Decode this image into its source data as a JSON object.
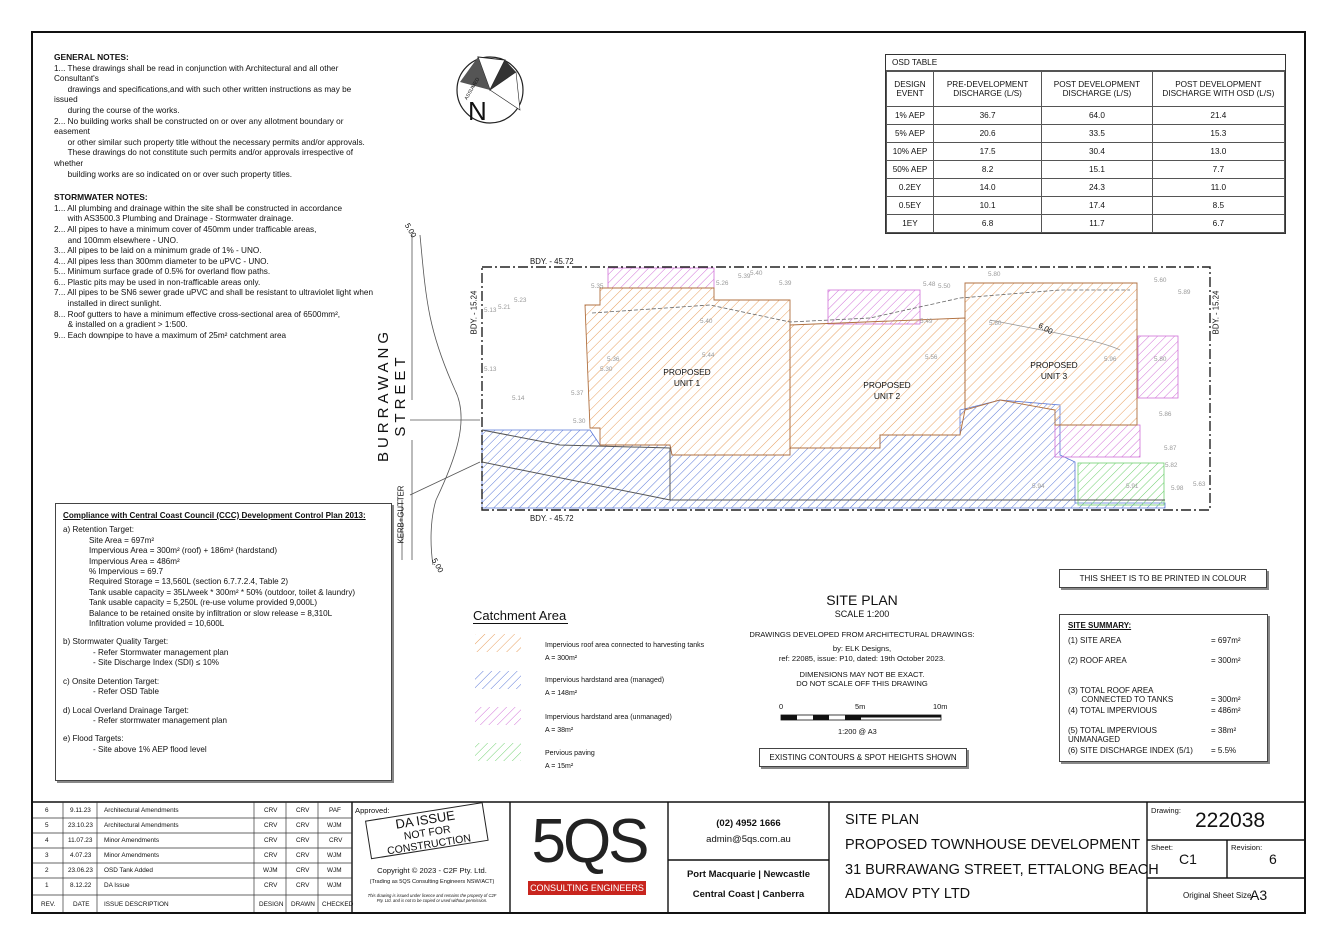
{
  "general_notes": {
    "heading": "GENERAL NOTES:",
    "items": [
      "1... These drawings shall be read in conjunction with Architectural and all other Consultant's\n      drawings and specifications,and with such other written instructions as may be issued\n      during the course of the works.",
      "2... No building works shall be constructed on or over any allotment boundary or easement\n      or other similar such property title without the necessary permits and/or approvals.\n      These drawings do not constitute such permits and/or approvals irrespective of whether\n      building works are so indicated on or over such property titles."
    ]
  },
  "stormwater_notes": {
    "heading": "STORMWATER NOTES:",
    "items": [
      "1... All plumbing and drainage within the site shall be constructed in accordance\n      with AS3500.3 Plumbing and Drainage - Stormwater drainage.",
      "2... All pipes to have a minimum cover of 450mm under trafficable areas,\n      and 100mm elsewhere - UNO.",
      "3... All pipes to be laid on a minimum grade of 1% - UNO.",
      "4... All pipes less than 300mm diameter to be uPVC - UNO.",
      "5... Minimum surface grade of 0.5% for overland flow paths.",
      "6... Plastic pits may be used in non-trafficable areas only.",
      "7... All pipes to be SN6 sewer grade uPVC and shall be resistant to ultraviolet light when\n      installed in direct sunlight.",
      "8... Roof gutters to have a minimum effective cross-sectional area of 6500mm², \n      & installed on a gradient > 1:500.",
      "9... Each downpipe to have a maximum of 25m² catchment area"
    ]
  },
  "north": {
    "letter": "N",
    "label": "ASSUMED"
  },
  "osd_table": {
    "title": "OSD TABLE",
    "headers": [
      "DESIGN EVENT",
      "PRE-DEVELOPMENT DISCHARGE (L/S)",
      "POST DEVELOPMENT DISCHARGE (L/S)",
      "POST DEVELOPMENT DISCHARGE WITH OSD (L/S)"
    ],
    "rows": [
      [
        "1% AEP",
        "36.7",
        "64.0",
        "21.4"
      ],
      [
        "5% AEP",
        "20.6",
        "33.5",
        "15.3"
      ],
      [
        "10% AEP",
        "17.5",
        "30.4",
        "13.0"
      ],
      [
        "50% AEP",
        "8.2",
        "15.1",
        "7.7"
      ],
      [
        "0.2EY",
        "14.0",
        "24.3",
        "11.0"
      ],
      [
        "0.5EY",
        "10.1",
        "17.4",
        "8.5"
      ],
      [
        "1EY",
        "6.8",
        "11.7",
        "6.7"
      ]
    ]
  },
  "plan": {
    "street": "BURRAWANG STREET",
    "kerb": "KERB+GUTTER",
    "bdy_top": "BDY. - 45.72",
    "bdy_bottom": "BDY. - 45.72",
    "bdy_left": "BDY. - 15.24",
    "bdy_right": "BDY. - 15.24",
    "contour_top": "5.00",
    "contour_bottom": "5.00",
    "contour_mid": "6.00",
    "unit1": [
      "PROPOSED",
      "UNIT 1"
    ],
    "unit2": [
      "PROPOSED",
      "UNIT 2"
    ],
    "unit3": [
      "PROPOSED",
      "UNIT 3"
    ],
    "spot_heights": [
      "5.35",
      "5.39",
      "5.40",
      "5.26",
      "5.39",
      "5.48",
      "5.50",
      "5.80",
      "5.60",
      "5.89",
      "5.13",
      "5.21",
      "5.23",
      "5.36",
      "5.30",
      "5.40",
      "5.49",
      "5.44",
      "5.56",
      "5.13",
      "5.14",
      "5.37",
      "5.30",
      "5.80",
      "5.86",
      "5.87",
      "5.82",
      "5.63",
      "5.98",
      "5.91",
      "5.96",
      "5.94",
      "5.80"
    ]
  },
  "compliance": {
    "title": "Compliance with Central Coast Council (CCC) Development Control Plan 2013:",
    "a_heading": "a) Retention Target:",
    "a_lines": [
      "Site Area = 697m²",
      "Impervious Area = 300m² (roof) + 186m² (hardstand)",
      "Impervious Area = 486m²",
      "% Impervious = 69.7",
      "Required Storage = 13,560L (section 6.7.7.2.4, Table 2)",
      "Tank usable capacity = 35L/week * 300m² * 50%  (outdoor, toilet & laundry)",
      "Tank usable capacity = 5,250L (re-use volume provided 9,000L)",
      "Balance to be retained onsite by infiltration or slow release = 8,310L",
      "Infiltration volume provided = 10,600L"
    ],
    "b_heading": "b) Stormwater Quality Target:",
    "b_lines": [
      "- Refer Stormwater management plan",
      "- Site Discharge Index (SDI) ≤ 10%"
    ],
    "c_heading": "c) Onsite Detention Target:",
    "c_lines": [
      "- Refer OSD Table"
    ],
    "d_heading": "d) Local Overland Drainage Target:",
    "d_lines": [
      "- Refer stormwater management plan"
    ],
    "e_heading": "e) Flood Targets:",
    "e_lines": [
      "- Site above 1% AEP flood level"
    ]
  },
  "catchment": {
    "title": "Catchment Area",
    "items": [
      {
        "label": "Impervious roof area connected to harvesting tanks",
        "area": "A    = 300m²",
        "color": "#e8a060"
      },
      {
        "label": "Impervious hardstand area (managed)",
        "area": "A    = 148m²",
        "color": "#5a78d8"
      },
      {
        "label": "Impervious hardstand area (unmanaged)",
        "area": "A    = 38m²",
        "color": "#d070d8"
      },
      {
        "label": "Pervious paving",
        "area": "A    = 15m²",
        "color": "#70d070"
      }
    ]
  },
  "site_plan_title": {
    "title": "SITE PLAN",
    "scale": "SCALE 1:200",
    "l1": "DRAWINGS DEVELOPED FROM ARCHITECTURAL DRAWINGS:",
    "l2": "by: ELK Designs,",
    "l3": "ref: 22085, issue: P10, dated: 19th October 2023.",
    "l4": "DIMENSIONS MAY NOT BE EXACT.",
    "l5": "DO NOT SCALE OFF THIS DRAWING",
    "bar0": "0",
    "bar5": "5m",
    "bar10": "10m",
    "bar_scale": "1:200 @ A3",
    "contours": "EXISTING CONTOURS & SPOT HEIGHTS SHOWN"
  },
  "colour_note": "THIS SHEET IS TO BE PRINTED IN COLOUR",
  "site_summary": {
    "title": "SITE SUMMARY:",
    "rows": [
      {
        "label": "(1) SITE AREA",
        "value": "= 697m²"
      },
      {
        "label": "(2) ROOF AREA",
        "value": "= 300m²"
      },
      {
        "label": "(3) TOTAL ROOF AREA\n      CONNECTED TO TANKS",
        "value": "= 300m²"
      },
      {
        "label": "(4) TOTAL IMPERVIOUS",
        "value": "= 486m²"
      },
      {
        "label": "(5) TOTAL IMPERVIOUS UNMANAGED",
        "value": "= 38m²"
      },
      {
        "label": "(6)  SITE DISCHARGE INDEX (5/1)",
        "value": "= 5.5%"
      }
    ]
  },
  "revisions": {
    "headers": [
      "REV.",
      "DATE",
      "ISSUE DESCRIPTION",
      "DESIGN",
      "DRAWN",
      "CHECKED"
    ],
    "rows": [
      [
        "6",
        "9.11.23",
        "Architectural Amendments",
        "CRV",
        "CRV",
        "PAF"
      ],
      [
        "5",
        "23.10.23",
        "Architectural Amendments",
        "CRV",
        "CRV",
        "WJM"
      ],
      [
        "4",
        "11.07.23",
        "Minor Amendments",
        "CRV",
        "CRV",
        "CRV"
      ],
      [
        "3",
        "4.07.23",
        "Minor Amendments",
        "CRV",
        "CRV",
        "WJM"
      ],
      [
        "2",
        "23.06.23",
        "OSD Tank Added",
        "WJM",
        "CRV",
        "WJM"
      ],
      [
        "1",
        "8.12.22",
        "DA Issue",
        "CRV",
        "CRV",
        "WJM"
      ]
    ]
  },
  "approval": {
    "label": "Approved:",
    "stamp1": "DA ISSUE",
    "stamp2": "NOT FOR CONSTRUCTION",
    "copy": "Copyright © 2023 - C2F Pty. Ltd.",
    "trading": "(Trading as 5QS Consulting Engineers NSW/ACT)",
    "fine": "This drawing is issued under licence and remains the property of C2F Pty. Ltd. and is not to be copied or used without permission."
  },
  "logo": {
    "text": "5QS",
    "sub": "CONSULTING ENGINEERS",
    "red": "#c8251e"
  },
  "contact": {
    "phone": "(02) 4952 1666",
    "email": "admin@5qs.com.au",
    "loc1": "Port Macquarie | Newcastle",
    "loc2": "Central Coast | Canberra"
  },
  "project": {
    "l1": "SITE PLAN",
    "l2": "PROPOSED TOWNHOUSE DEVELOPMENT",
    "l3": "31 BURRAWANG STREET, ETTALONG BEACH",
    "l4": "ADAMOV PTY LTD"
  },
  "sheet": {
    "drawing_label": "Drawing:",
    "drawing": "222038",
    "sheet_label": "Sheet:",
    "sheet": "C1",
    "rev_label": "Revision:",
    "rev": "6",
    "orig_label": "Original Sheet Size:",
    "orig": "A3"
  }
}
